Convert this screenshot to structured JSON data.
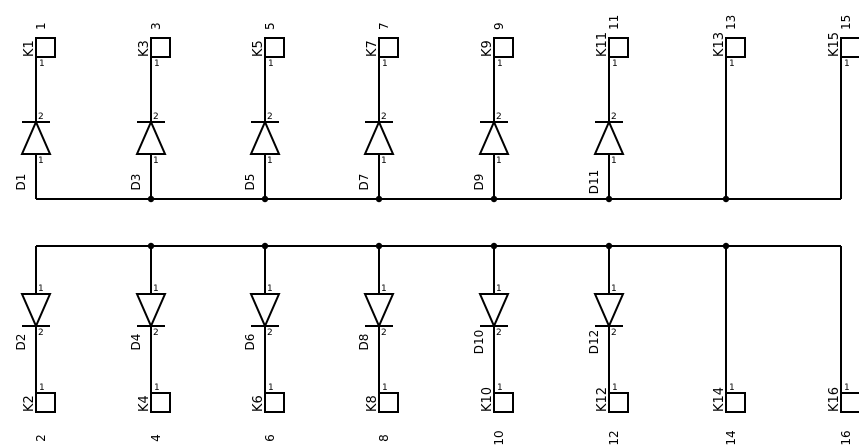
{
  "top_row": [
    {
      "connector": "K1",
      "net": "1",
      "pin": "1",
      "diode": "D1",
      "pin_upper": "2",
      "pin_lower": "1"
    },
    {
      "connector": "K3",
      "net": "3",
      "pin": "1",
      "diode": "D3",
      "pin_upper": "2",
      "pin_lower": "1"
    },
    {
      "connector": "K5",
      "net": "5",
      "pin": "1",
      "diode": "D5",
      "pin_upper": "2",
      "pin_lower": "1"
    },
    {
      "connector": "K7",
      "net": "7",
      "pin": "1",
      "diode": "D7",
      "pin_upper": "2",
      "pin_lower": "1"
    },
    {
      "connector": "K9",
      "net": "9",
      "pin": "1",
      "diode": "D9",
      "pin_upper": "2",
      "pin_lower": "1"
    },
    {
      "connector": "K11",
      "net": "11",
      "pin": "1",
      "diode": "D11",
      "pin_upper": "2",
      "pin_lower": "1"
    },
    {
      "connector": "K13",
      "net": "13",
      "pin": "1"
    },
    {
      "connector": "K15",
      "net": "15",
      "pin": "1"
    }
  ],
  "bottom_row": [
    {
      "connector": "K2",
      "net": "2",
      "pin": "1",
      "diode": "D2",
      "pin_upper": "1",
      "pin_lower": "2"
    },
    {
      "connector": "K4",
      "net": "4",
      "pin": "1",
      "diode": "D4",
      "pin_upper": "1",
      "pin_lower": "2"
    },
    {
      "connector": "K6",
      "net": "6",
      "pin": "1",
      "diode": "D6",
      "pin_upper": "1",
      "pin_lower": "2"
    },
    {
      "connector": "K8",
      "net": "8",
      "pin": "1",
      "diode": "D8",
      "pin_upper": "1",
      "pin_lower": "2"
    },
    {
      "connector": "K10",
      "net": "10",
      "pin": "1",
      "diode": "D10",
      "pin_upper": "1",
      "pin_lower": "2"
    },
    {
      "connector": "K12",
      "net": "12",
      "pin": "1",
      "diode": "D12",
      "pin_upper": "1",
      "pin_lower": "2"
    },
    {
      "connector": "K14",
      "net": "14",
      "pin": "1"
    },
    {
      "connector": "K16",
      "net": "16",
      "pin": "1"
    }
  ]
}
